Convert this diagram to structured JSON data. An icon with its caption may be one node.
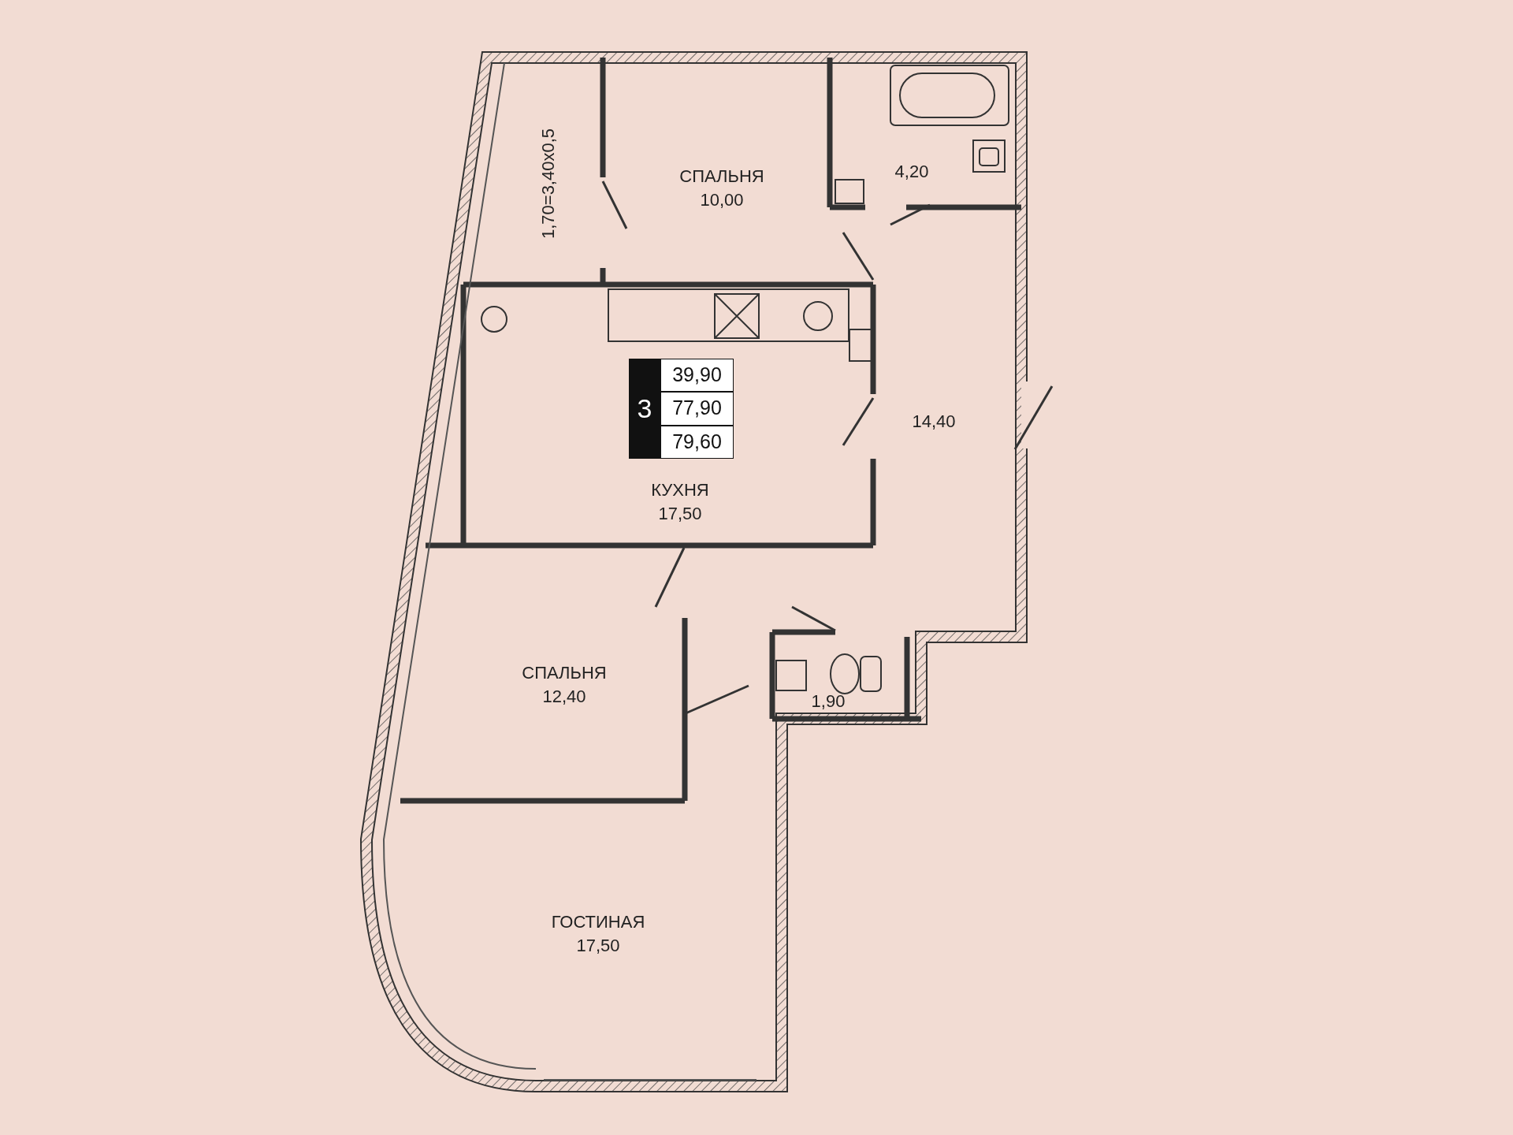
{
  "diagram": {
    "nodes": [
      {
        "text": [
          "1,70=3,40x0,5"
        ]
      },
      {
        "text": [
          "СПАЛЬНЯ",
          "10,00"
        ]
      },
      {
        "text": [
          "4,20"
        ]
      },
      {
        "text": [
          "КУХНЯ",
          "17,50"
        ]
      },
      {
        "text": [
          "3",
          "39,90",
          "77,90",
          "79,60"
        ],
        "in": 3
      },
      {
        "text": [
          "14,40"
        ]
      },
      {
        "text": [
          "СПАЛЬНЯ",
          "12,40"
        ]
      },
      {
        "text": [
          "1,90"
        ]
      },
      {
        "text": [
          "ГОСТИНАЯ",
          "17,50"
        ]
      }
    ]
  }
}
